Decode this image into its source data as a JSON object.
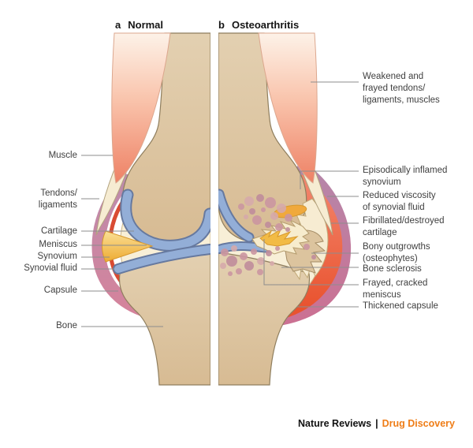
{
  "header": {
    "panel_a_letter": "a",
    "panel_a_title": "Normal",
    "panel_b_letter": "b",
    "panel_b_title": "Osteoarthritis"
  },
  "left_labels": [
    {
      "id": "muscle",
      "lines": [
        "Muscle"
      ]
    },
    {
      "id": "tendons",
      "lines": [
        "Tendons/",
        "ligaments"
      ]
    },
    {
      "id": "cartilage",
      "lines": [
        "Cartilage"
      ]
    },
    {
      "id": "meniscus",
      "lines": [
        "Meniscus"
      ]
    },
    {
      "id": "synovium",
      "lines": [
        "Synovium"
      ]
    },
    {
      "id": "synovial-fluid",
      "lines": [
        "Synovial fluid"
      ]
    },
    {
      "id": "capsule",
      "lines": [
        "Capsule"
      ]
    },
    {
      "id": "bone",
      "lines": [
        "Bone"
      ]
    }
  ],
  "right_labels": [
    {
      "id": "weakened-tendons",
      "lines": [
        "Weakened and",
        "frayed tendons/",
        "ligaments, muscles"
      ]
    },
    {
      "id": "inflamed-synovium",
      "lines": [
        "Episodically inflamed",
        "synovium"
      ]
    },
    {
      "id": "reduced-viscosity",
      "lines": [
        "Reduced viscosity",
        "of synovial fluid"
      ]
    },
    {
      "id": "fibrillated",
      "lines": [
        "Fibrillated/destroyed",
        "cartilage"
      ]
    },
    {
      "id": "bony-outgrowths",
      "lines": [
        "Bony outgrowths",
        "(osteophytes)"
      ]
    },
    {
      "id": "bone-sclerosis",
      "lines": [
        "Bone sclerosis"
      ]
    },
    {
      "id": "frayed-meniscus",
      "lines": [
        "Frayed, cracked",
        "meniscus"
      ]
    },
    {
      "id": "thickened-capsule",
      "lines": [
        "Thickened capsule"
      ]
    }
  ],
  "footer": {
    "journal": "Nature Reviews",
    "separator": "|",
    "series": "Drug Discovery"
  },
  "colors": {
    "accent_orange": "#ef7d17",
    "bone_tan": "#dcc49e",
    "cartilage_blue": "#93aed7",
    "meniscus_yellow": "#f2bb45",
    "capsule_mauve": "#c48ba9",
    "synovium_red": "#d94b33",
    "inflamed_red": "#ee6247",
    "muscle_salmon": "#ee8165",
    "fluid_cream": "#f8efd7",
    "osteophyte_pink": "#cb96a1"
  }
}
